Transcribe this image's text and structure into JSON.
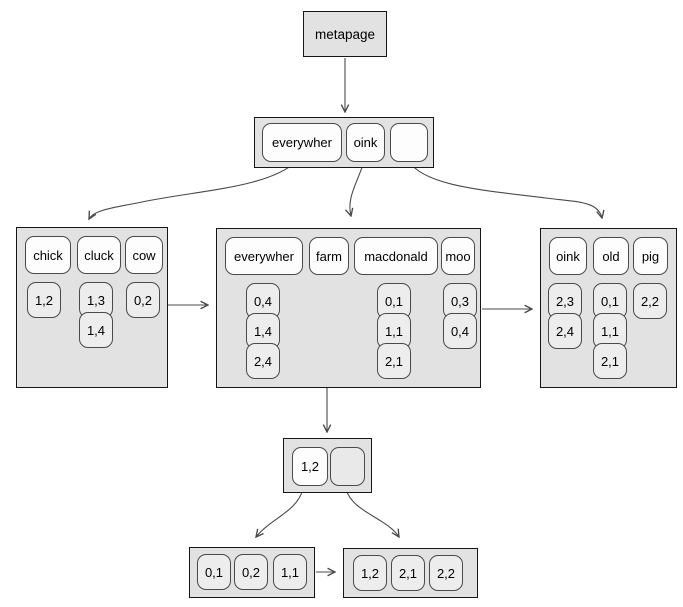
{
  "metapage": {
    "label": "metapage"
  },
  "root_page": {
    "entries": [
      "everywher",
      "oink",
      ""
    ]
  },
  "entry_pages": [
    {
      "keys": [
        "chick",
        "cluck",
        "cow"
      ],
      "postings": [
        [
          "1,2"
        ],
        [
          "1,3",
          "1,4"
        ],
        [
          "0,2"
        ]
      ]
    },
    {
      "keys": [
        "everywher",
        "farm",
        "macdonald",
        "moo"
      ],
      "postings": [
        [
          "0,4",
          "1,4",
          "2,4"
        ],
        [],
        [
          "0,1",
          "1,1",
          "2,1"
        ],
        [
          "0,3",
          "0,4"
        ]
      ]
    },
    {
      "keys": [
        "oink",
        "old",
        "pig"
      ],
      "postings": [
        [
          "2,3",
          "2,4"
        ],
        [
          "0,1",
          "1,1",
          "2,1"
        ],
        [
          "2,2"
        ]
      ]
    }
  ],
  "posting_root": {
    "entries": [
      "1,2",
      ""
    ]
  },
  "posting_leaves": [
    {
      "values": [
        "0,1",
        "0,2",
        "1,1"
      ]
    },
    {
      "values": [
        "1,2",
        "2,1",
        "2,2"
      ]
    }
  ],
  "colors": {
    "page_fill": "#e2e2e2",
    "page_border": "#161616",
    "key_fill": "#fdfdfd",
    "value_fill": "#ededed",
    "empty_fill": "#e9e9e9",
    "entry_border": "#4a4a4a",
    "arrow": "#4a4a4a"
  }
}
